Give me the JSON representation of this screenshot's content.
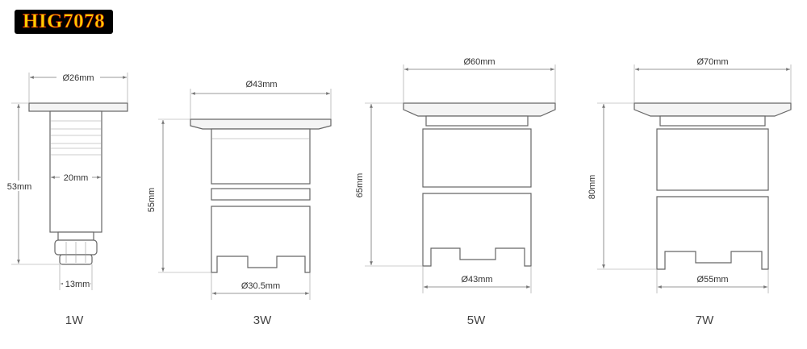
{
  "brand": {
    "model": "HIG7078"
  },
  "variants": [
    {
      "id": "1w",
      "caption": "1W",
      "top_diameter": "Ø26mm",
      "height": "53mm",
      "body_width": "20mm",
      "bottom_width": "13mm"
    },
    {
      "id": "3w",
      "caption": "3W",
      "top_diameter": "Ø43mm",
      "height": "55mm",
      "bottom_width": "Ø30.5mm"
    },
    {
      "id": "5w",
      "caption": "5W",
      "top_diameter": "Ø60mm",
      "height": "65mm",
      "bottom_width": "Ø43mm"
    },
    {
      "id": "7w",
      "caption": "7W",
      "top_diameter": "Ø70mm",
      "height": "80mm",
      "bottom_width": "Ø55mm"
    }
  ],
  "colors": {
    "brand_text": "#f5d000",
    "brand_outline": "#c00000",
    "brand_bg": "#000000",
    "line": "#666666"
  }
}
